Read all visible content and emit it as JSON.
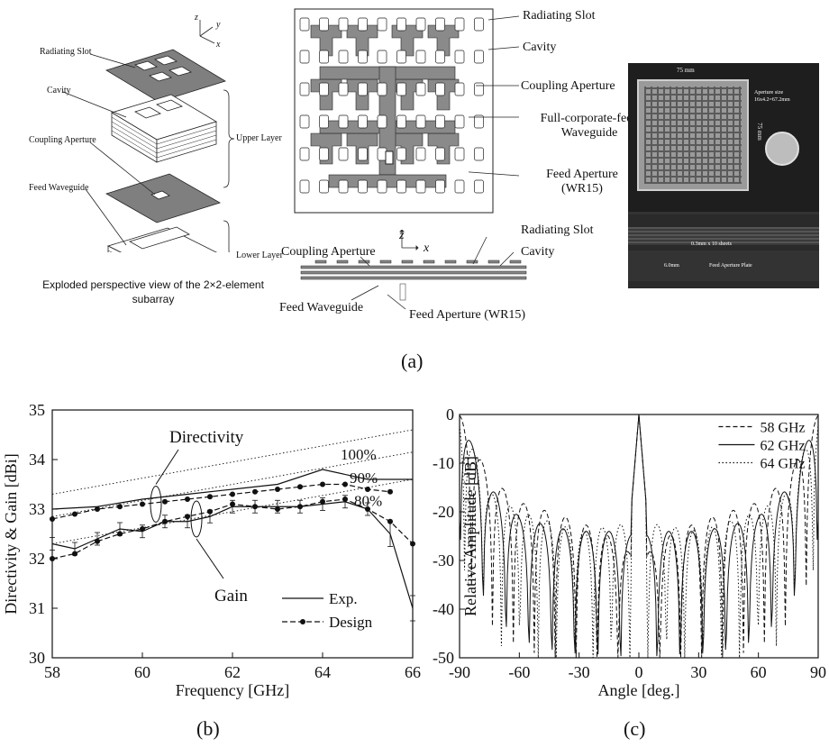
{
  "panel_a": {
    "caption": "(a)",
    "exploded": {
      "labels": [
        "Radiating Slot",
        "Cavity",
        "Coupling Aperture",
        "Feed Waveguide"
      ],
      "layers": [
        "Upper Layer",
        "Lower Layer"
      ],
      "axes": [
        "z",
        "y",
        "x"
      ],
      "title": "Exploded perspective view of the 2×2-element subarray"
    },
    "planar": {
      "labels": [
        "Radiating Slot",
        "Cavity",
        "Coupling Aperture",
        "Full-corporate-feed Waveguide",
        "Feed Aperture (WR15)"
      ],
      "cross_labels": [
        "Radiating Slot",
        "Coupling Aperture",
        "Cavity",
        "Feed Waveguide",
        "Feed Aperture (WR15)"
      ],
      "axes": [
        "z",
        "x"
      ]
    },
    "photo": {
      "dim_top": "75 mm",
      "dim_side": "75 mm",
      "aperture_note_1": "Aperture size",
      "aperture_note_2": "16x4.2=67.2mm",
      "layers_note": "0.3mm x 10 sheets",
      "plate_thickness": "6.0mm",
      "plate_note": "Feed Aperture Plate"
    }
  },
  "panel_b": {
    "caption": "(b)"
  },
  "panel_c": {
    "caption": "(c)"
  },
  "chart_data": [
    {
      "type": "line",
      "xlabel": "Frequency [GHz]",
      "ylabel": "Directivity & Gain [dBi]",
      "xlim": [
        58,
        66
      ],
      "ylim": [
        30,
        35
      ],
      "xticks": [
        58,
        60,
        62,
        64,
        66
      ],
      "yticks": [
        30,
        31,
        32,
        33,
        34,
        35
      ],
      "annotations": [
        "Directivity",
        "Gain",
        "100%",
        "90%",
        "80%"
      ],
      "legend": {
        "placement": "bottom-right",
        "entries": [
          "Exp.",
          "Design"
        ]
      },
      "series": [
        {
          "name": "100%",
          "style": "dotted",
          "x": [
            58,
            66
          ],
          "y": [
            33.3,
            34.6
          ]
        },
        {
          "name": "90%",
          "style": "dotted",
          "x": [
            58,
            66
          ],
          "y": [
            32.85,
            34.15
          ]
        },
        {
          "name": "80%",
          "style": "dotted",
          "x": [
            58,
            66
          ],
          "y": [
            32.3,
            33.6
          ]
        },
        {
          "name": "Exp. Directivity",
          "style": "solid",
          "x": [
            58,
            59,
            60,
            61,
            62,
            63,
            64,
            65,
            66
          ],
          "y": [
            33.0,
            33.05,
            33.2,
            33.3,
            33.4,
            33.5,
            33.8,
            33.6,
            33.6
          ]
        },
        {
          "name": "Design Directivity",
          "style": "dashed-dot",
          "x": [
            58,
            58.5,
            59,
            59.5,
            60,
            60.5,
            61,
            61.5,
            62,
            62.5,
            63,
            63.5,
            64,
            64.5,
            65,
            65.5
          ],
          "y": [
            32.8,
            32.9,
            33.0,
            33.05,
            33.1,
            33.15,
            33.2,
            33.25,
            33.3,
            33.35,
            33.4,
            33.45,
            33.5,
            33.5,
            33.4,
            33.35
          ]
        },
        {
          "name": "Exp. Gain",
          "style": "solid-errorbars",
          "x": [
            58,
            58.5,
            59,
            59.5,
            60,
            60.5,
            61,
            61.5,
            62,
            62.5,
            63,
            63.5,
            64,
            64.5,
            65,
            65.5,
            66
          ],
          "y": [
            32.3,
            32.2,
            32.4,
            32.6,
            32.55,
            32.75,
            32.75,
            32.85,
            33.05,
            33.05,
            33.05,
            33.05,
            33.1,
            33.15,
            33.0,
            32.5,
            31.0
          ]
        },
        {
          "name": "Design Gain",
          "style": "dashed-dot",
          "x": [
            58,
            58.5,
            59,
            59.5,
            60,
            60.5,
            61,
            61.5,
            62,
            62.5,
            63,
            63.5,
            64,
            64.5,
            65,
            65.5,
            66
          ],
          "y": [
            32.0,
            32.1,
            32.35,
            32.5,
            32.6,
            32.75,
            32.85,
            32.95,
            33.1,
            33.05,
            33.0,
            33.05,
            33.15,
            33.2,
            33.0,
            32.75,
            32.3
          ]
        }
      ]
    },
    {
      "type": "line",
      "xlabel": "Angle [deg.]",
      "ylabel": "Relative Amplitude [dB]",
      "xlim": [
        -90,
        90
      ],
      "ylim": [
        -50,
        0
      ],
      "xticks": [
        -90,
        -60,
        -30,
        0,
        30,
        60,
        90
      ],
      "yticks": [
        0,
        -10,
        -20,
        -30,
        -40,
        -50
      ],
      "legend": {
        "placement": "top-right",
        "entries": [
          "58 GHz",
          "62 GHz",
          "64 GHz"
        ]
      },
      "series": [
        {
          "name": "58 GHz",
          "style": "dashed",
          "envelope_db": [
            -30,
            -25,
            -22,
            -20,
            -18,
            -13,
            0
          ]
        },
        {
          "name": "62 GHz",
          "style": "solid",
          "envelope_db": [
            -25,
            -24,
            -24,
            -23,
            -21,
            -15,
            0
          ]
        },
        {
          "name": "64 GHz",
          "style": "dotted",
          "envelope_db": [
            -22,
            -23,
            -24,
            -22,
            -20,
            -16,
            0
          ]
        }
      ]
    }
  ]
}
